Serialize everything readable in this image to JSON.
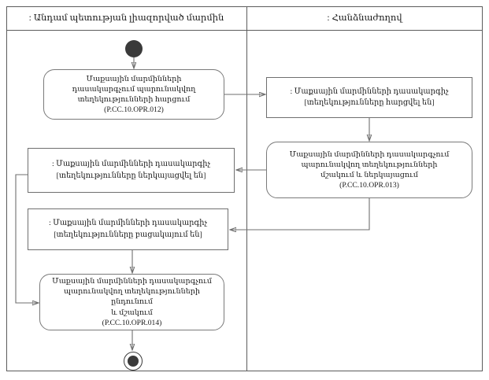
{
  "diagram": {
    "type": "uml-activity-diagram",
    "lanes": [
      {
        "id": "member-state",
        "title": ": Անդամ պետության լիազորված մարմին"
      },
      {
        "id": "commission",
        "title": ": Հանձնաժողով"
      }
    ],
    "nodes": {
      "start": {
        "kind": "initial-node",
        "lane": "member-state"
      },
      "action_012": {
        "kind": "action",
        "lane": "member-state",
        "line1": "Մաքսային մարմինների",
        "line2": "դասակարգչում պարունակվող",
        "line3": "տեղեկությունների հարցում",
        "code": "(P.CC.10.OPR.012)"
      },
      "object_requested": {
        "kind": "object-node",
        "lane": "commission",
        "line1": ": Մաքսային մարմինների դասակարգիչ",
        "line2": "[տեղեկությունները հարցվել են]"
      },
      "action_013": {
        "kind": "action",
        "lane": "commission",
        "line1": "Մաքսային մարմինների դասակարգչում",
        "line2": "պարունակվող տեղեկությունների",
        "line3": "մշակում և ներկայացում",
        "code": "(P.CC.10.OPR.013)"
      },
      "object_presented": {
        "kind": "object-node",
        "lane": "member-state",
        "line1": ": Մաքսային մարմինների դասակարգիչ",
        "line2": "[տեղեկությունները ներկայացվել են]"
      },
      "object_absent": {
        "kind": "object-node",
        "lane": "member-state",
        "line1": ": Մաքսային մարմինների դասակարգիչ",
        "line2": "[տեղեկությունները բացակայում են]"
      },
      "action_014": {
        "kind": "action",
        "lane": "member-state",
        "line1": "Մաքսային մարմինների դասակարգչում",
        "line2": "պարունակվող տեղեկությունների ընդունում",
        "line3": "և մշակում",
        "code": "(P.CC.10.OPR.014)"
      },
      "end": {
        "kind": "final-node",
        "lane": "member-state"
      }
    },
    "edges": [
      {
        "from": "start",
        "to": "action_012"
      },
      {
        "from": "action_012",
        "to": "object_requested"
      },
      {
        "from": "object_requested",
        "to": "action_013"
      },
      {
        "from": "action_013",
        "to": "object_presented"
      },
      {
        "from": "action_013",
        "to": "object_absent"
      },
      {
        "from": "object_absent",
        "to": "action_014"
      },
      {
        "from": "object_presented",
        "to": "action_014"
      },
      {
        "from": "action_014",
        "to": "end"
      }
    ],
    "colors": {
      "border": "#5c5c5c",
      "node_border": "#7a7a7a",
      "edge": "#6f6f6f",
      "node_fill": "#ffffff",
      "text": "#1a1a1a",
      "marker_fill": "#3a3a3a"
    }
  }
}
